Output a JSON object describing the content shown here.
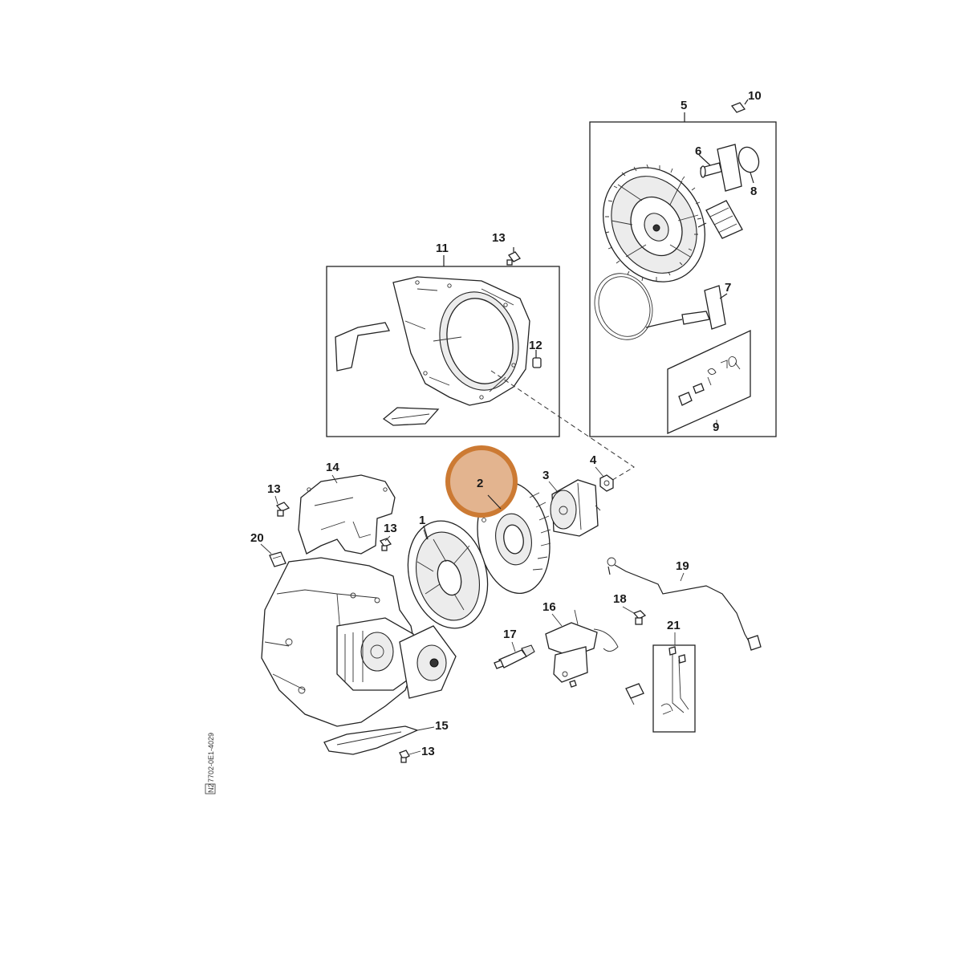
{
  "diagram": {
    "highlight": {
      "label": "2",
      "color": "#cc7a33",
      "fill": "#e3b48f"
    },
    "callouts": {
      "p1": "1",
      "p3": "3",
      "p4": "4",
      "p5": "5",
      "p6": "6",
      "p7": "7",
      "p8": "8",
      "p9": "9",
      "p10": "10",
      "p11": "11",
      "p12": "12",
      "p13a": "13",
      "p13b": "13",
      "p13c": "13",
      "p13d": "13",
      "p14": "14",
      "p15": "15",
      "p16": "16",
      "p17": "17",
      "p18": "18",
      "p19": "19",
      "p20": "20",
      "p21": "21"
    },
    "drawing_code": "7702-0E1-4029",
    "drawing_code_box": "N2"
  }
}
